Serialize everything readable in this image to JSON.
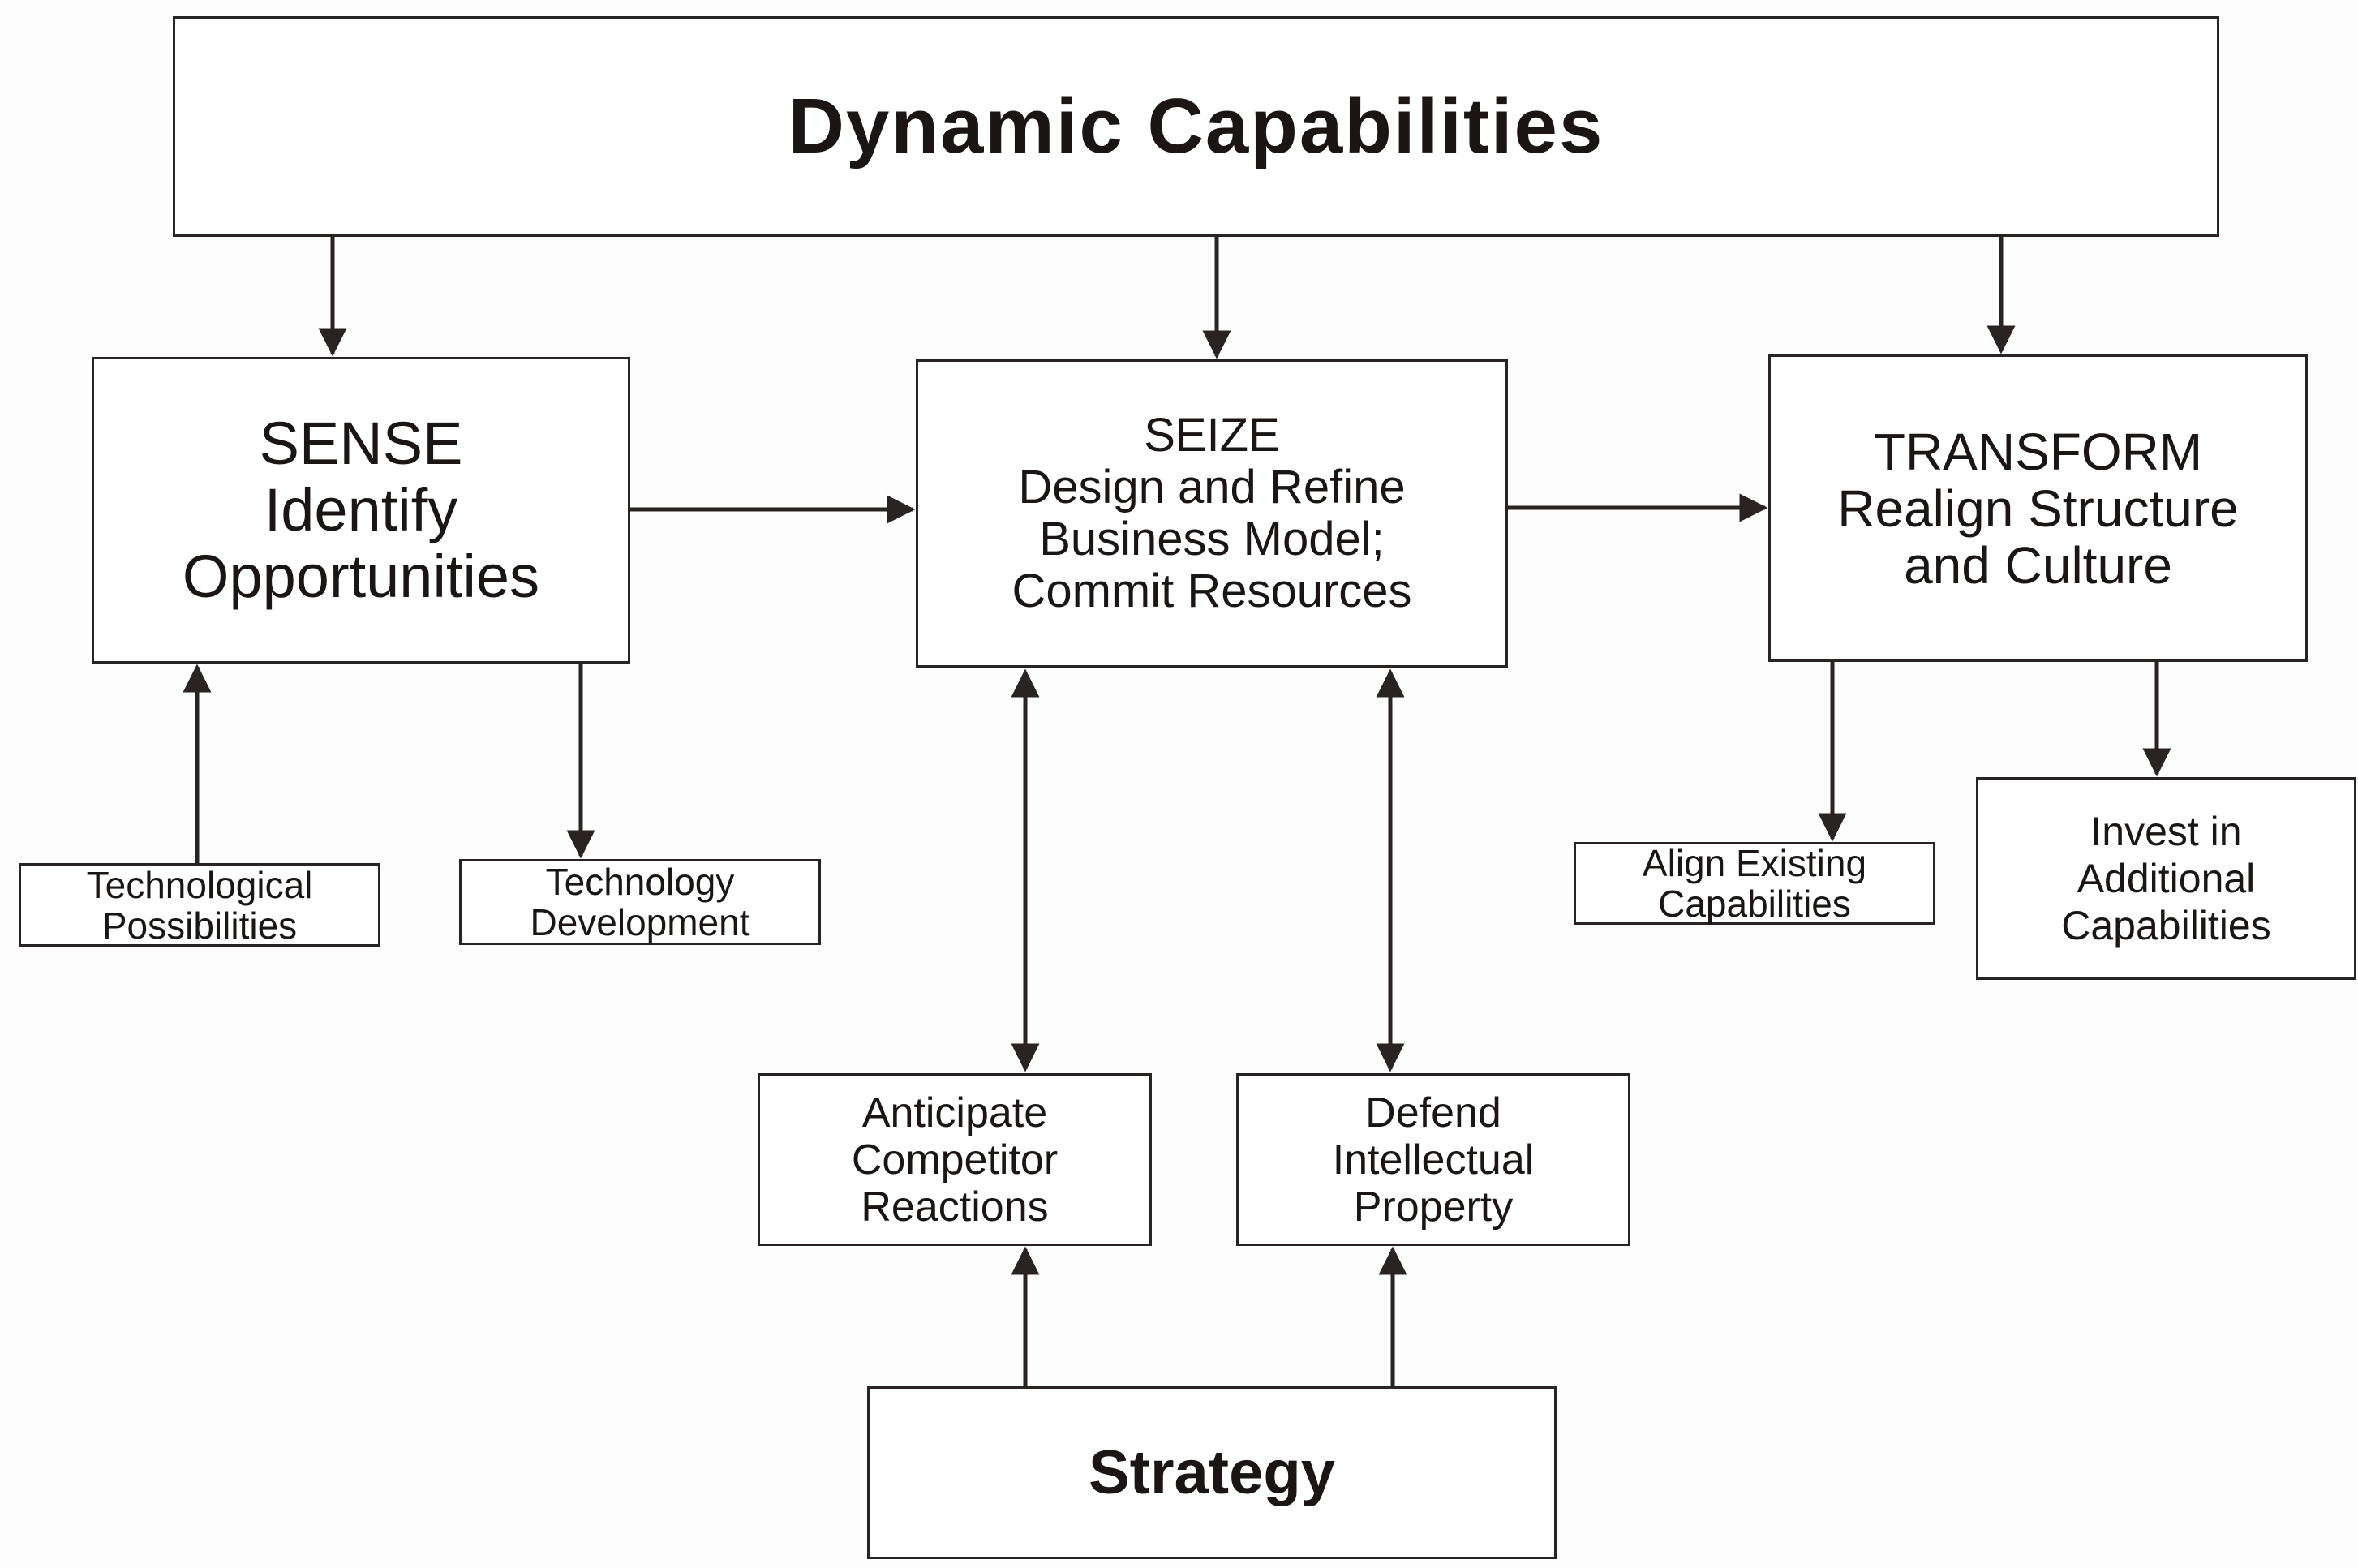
{
  "diagram": {
    "dynamic_capabilities": "Dynamic Capabilities",
    "sense": {
      "line1": "SENSE",
      "line2": "Identify",
      "line3": "Opportunities"
    },
    "seize": {
      "line1": "SEIZE",
      "line2": "Design and Refine",
      "line3": "Business Model;",
      "line4": "Commit Resources"
    },
    "transform": {
      "line1": "TRANSFORM",
      "line2": "Realign Structure",
      "line3": "and Culture"
    },
    "technological_possibilities": {
      "line1": "Technological",
      "line2": "Possibilities"
    },
    "technology_development": {
      "line1": "Technology",
      "line2": "Development"
    },
    "align_existing": {
      "line1": "Align Existing",
      "line2": "Capabilities"
    },
    "invest_additional": {
      "line1": "Invest in",
      "line2": "Additional",
      "line3": "Capabilities"
    },
    "anticipate": {
      "line1": "Anticipate",
      "line2": "Competitor",
      "line3": "Reactions"
    },
    "defend": {
      "line1": "Defend",
      "line2": "Intellectual",
      "line3": "Property"
    },
    "strategy": "Strategy"
  },
  "colors": {
    "ink": "#2a2323",
    "background": "#fdfdfd"
  }
}
